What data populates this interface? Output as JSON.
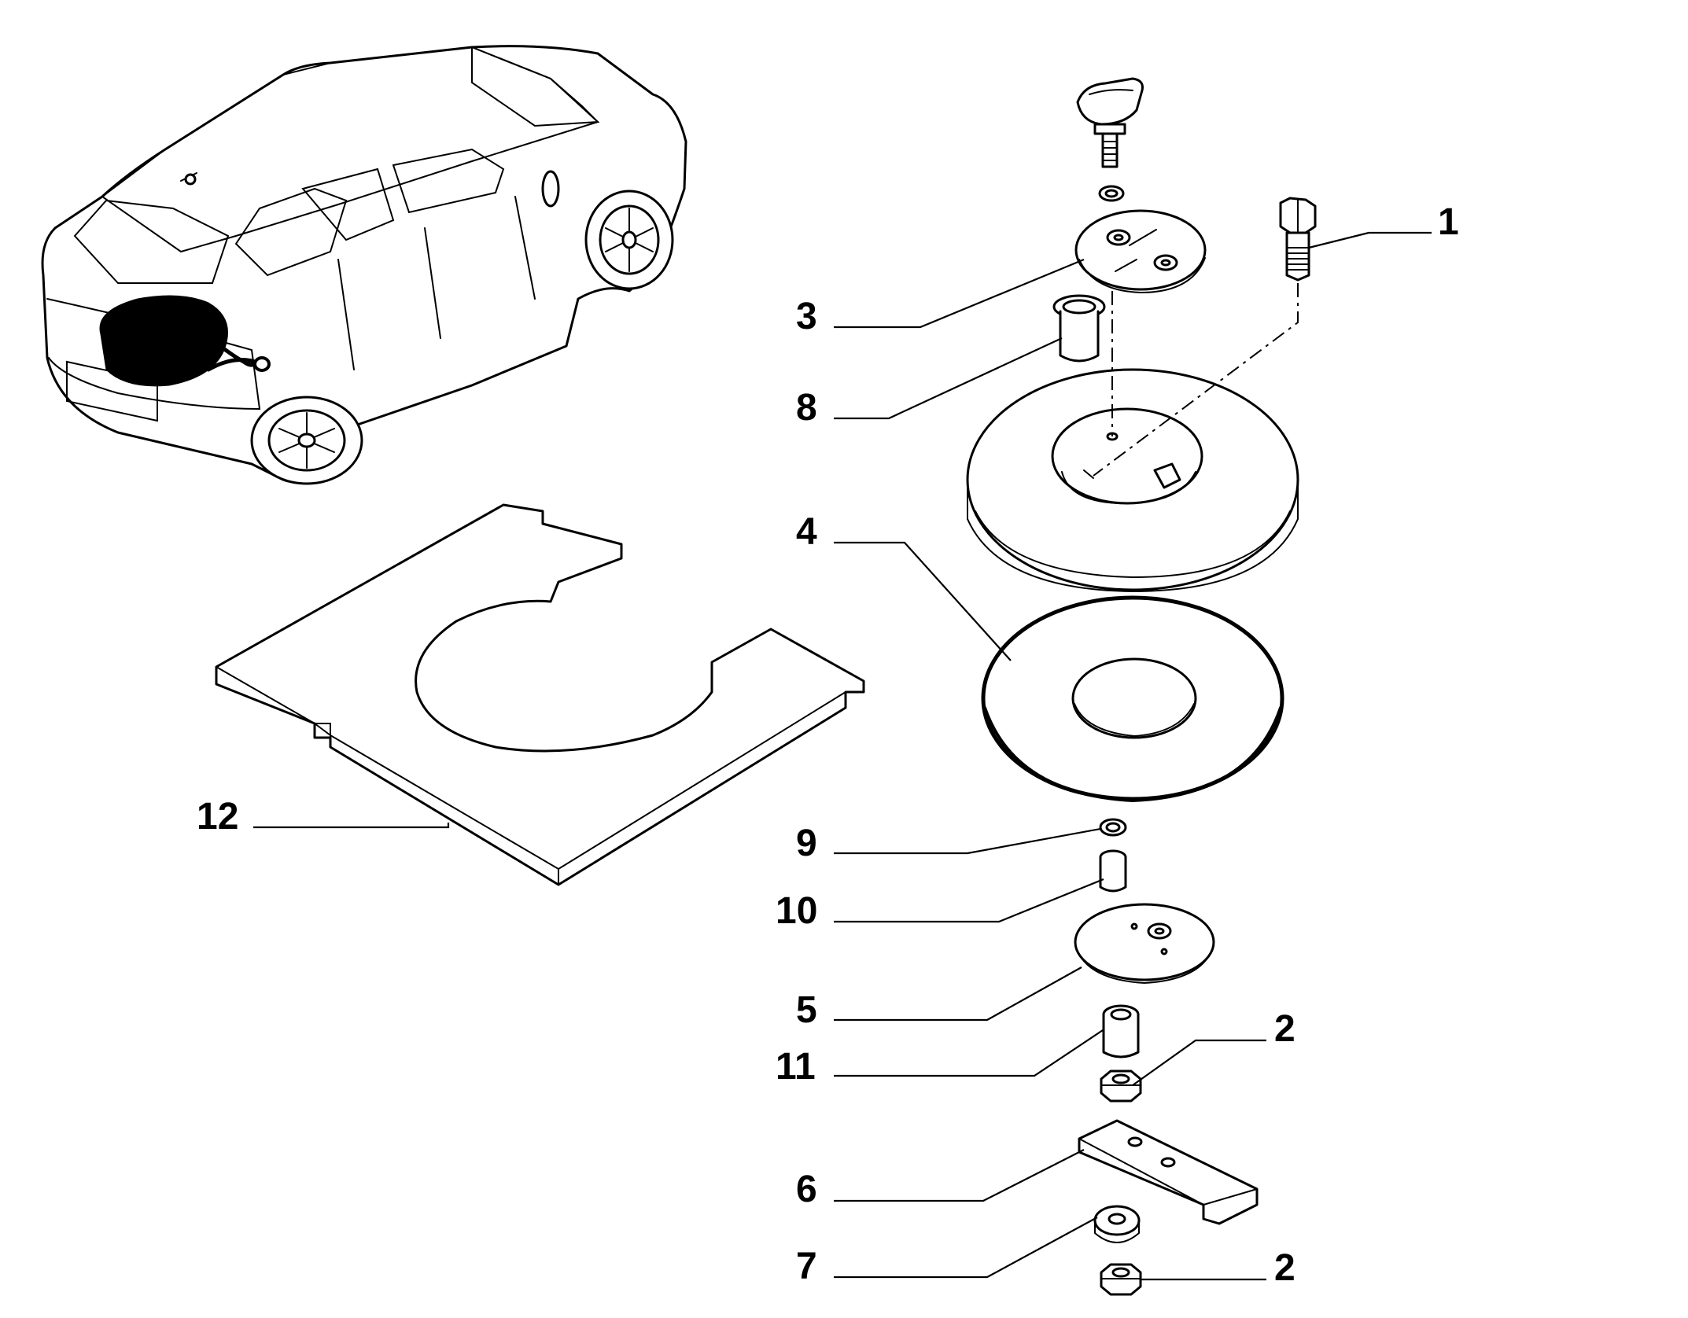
{
  "callouts": [
    {
      "id": "1",
      "label": "1"
    },
    {
      "id": "2a",
      "label": "2"
    },
    {
      "id": "2b",
      "label": "2"
    },
    {
      "id": "3",
      "label": "3"
    },
    {
      "id": "4",
      "label": "4"
    },
    {
      "id": "5",
      "label": "5"
    },
    {
      "id": "6",
      "label": "6"
    },
    {
      "id": "7",
      "label": "7"
    },
    {
      "id": "8",
      "label": "8"
    },
    {
      "id": "9",
      "label": "9"
    },
    {
      "id": "10",
      "label": "10"
    },
    {
      "id": "11",
      "label": "11"
    },
    {
      "id": "12",
      "label": "12"
    }
  ]
}
